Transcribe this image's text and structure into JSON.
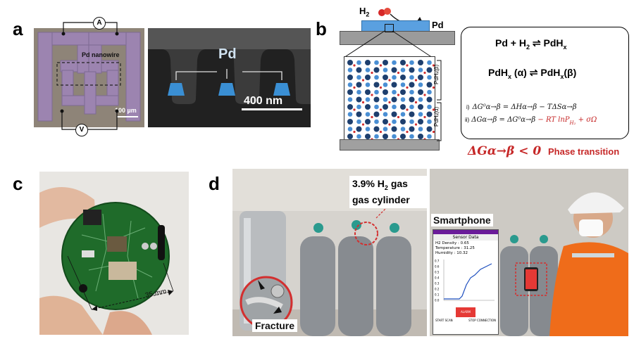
{
  "panels": {
    "a": {
      "label": "a",
      "meter_current": "A",
      "meter_voltage": "V",
      "nanowire_label": "Pd nanowire",
      "optical_scale": "100 µm",
      "sem_material": "Pd",
      "sem_scale": "400 nm"
    },
    "b": {
      "label": "b",
      "gas_h": "H",
      "gas_sub": "2",
      "film_label": "Pd",
      "eq1_left": "Pd + H",
      "eq1_sub": "2",
      "eq1_arrow": "⇌",
      "eq1_right": "PdH",
      "eq1_right_sub": "x",
      "eq2_left": "PdH",
      "eq2_left_sub": "x",
      "eq2_left_phase": " (α)",
      "eq2_arrow": "⇌",
      "eq2_right": "PdH",
      "eq2_right_sub": "x",
      "eq2_right_phase": "(β)",
      "eq3_index": "i)",
      "eq3": "ΔG⁰α→β = ΔHα→β − TΔSα→β",
      "eq4_index": "ii)",
      "eq4_black": "ΔGα→β = ΔG⁰α→β",
      "eq4_red": " − RT lnP",
      "eq4_red_sub": "H₂",
      "eq4_red_tail": " + σΩ",
      "condition": "ΔGα→β < 0",
      "condition_label": "Phase transition",
      "phase_beta_label": "PdHₓ(β)",
      "phase_alpha_label": "PdHₓ(α)"
    },
    "c": {
      "label": "c",
      "size": "35 mm"
    },
    "d": {
      "label": "d",
      "cylinder_line1": "3.9% H",
      "cylinder_sub": "2",
      "cylinder_line1b": " gas",
      "cylinder_line2": "gas cylinder",
      "fracture": "Fracture",
      "smartphone": "Smartphone",
      "app": {
        "title": "Sensor Data",
        "h2_density": "H2 Density : 0.65",
        "temperature": "Temperature : 31.25",
        "humidity": "Humidity : 10.32",
        "y_ticks": [
          "0.7",
          "0.6",
          "0.5",
          "0.4",
          "0.3",
          "0.2",
          "0.1",
          "0.0"
        ],
        "button_start": "START SCAN",
        "button_stop": "STOP CONNECTION",
        "alarm": "ALARM"
      }
    }
  },
  "colors": {
    "accent_red": "#c62828",
    "pd_blue": "#4a90d9",
    "pcb_green": "#1f6b2a"
  }
}
